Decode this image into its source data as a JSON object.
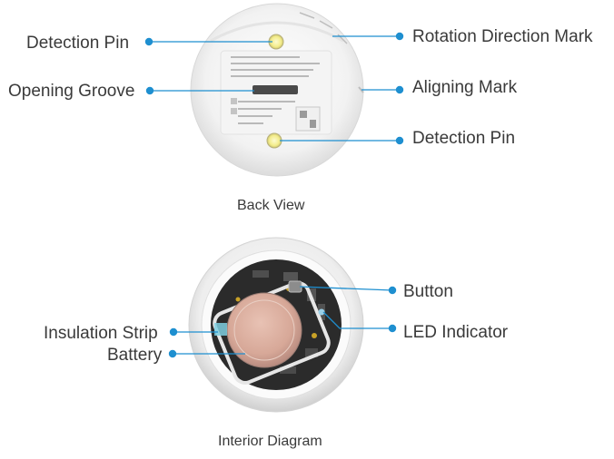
{
  "colors": {
    "leader": "#1e8fd0",
    "text": "#3a3a3a",
    "pin": "#f3ec8a"
  },
  "back_view": {
    "caption": "Back View",
    "labels": {
      "detection_pin_top": "Detection Pin",
      "opening_groove": "Opening Groove",
      "rotation_direction_mark": "Rotation Direction Mark",
      "aligning_mark": "Aligning Mark",
      "detection_pin_bottom": "Detection Pin"
    }
  },
  "interior_diagram": {
    "caption": "Interior Diagram",
    "labels": {
      "button": "Button",
      "led_indicator": "LED Indicator",
      "insulation_strip": "Insulation Strip",
      "battery": "Battery"
    }
  }
}
